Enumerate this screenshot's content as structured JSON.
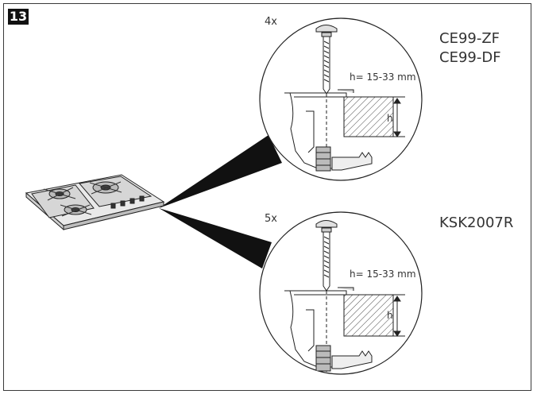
{
  "step": {
    "number": "13"
  },
  "details": [
    {
      "quantity": "4x",
      "models": [
        "CE99-ZF",
        "CE99-DF"
      ],
      "height_range": "h= 15-33 mm",
      "height_symbol": "h"
    },
    {
      "quantity": "5x",
      "models": [
        "KSK2007R"
      ],
      "height_range": "h= 15-33 mm",
      "height_symbol": "h"
    }
  ],
  "colors": {
    "frame": "#3a3a3a",
    "lines": "#2a2a2a",
    "wedge": "#111111"
  }
}
